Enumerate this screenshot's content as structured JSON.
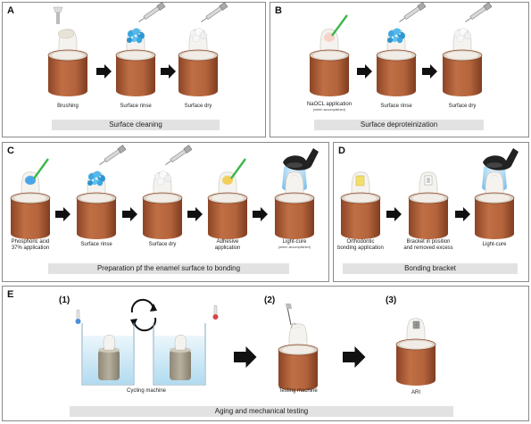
{
  "panels": {
    "A": {
      "letter": "A",
      "caption": "Surface cleaning",
      "steps": [
        "Brushing",
        "Surface rinse",
        "Surface dry"
      ]
    },
    "B": {
      "letter": "B",
      "caption": "Surface deproteinization",
      "steps": [
        "NaOCL application",
        "Surface rinse",
        "Surface dry"
      ],
      "note": "(when accomplished)"
    },
    "C": {
      "letter": "C",
      "caption": "Preparation pf the enamel surface to bonding",
      "steps": [
        "Phosphoric acid 37% application",
        "Surface rinse",
        "Surface dry",
        "Adhesive application",
        "Light-cure"
      ],
      "note": "(when accomplished)"
    },
    "D": {
      "letter": "D",
      "caption": "Bonding bracket",
      "steps": [
        "Orthodontic bonding application",
        "Bracket in position and removed excess",
        "Light-cure"
      ]
    },
    "E": {
      "letter": "E",
      "caption": "Aging and mechanical testing",
      "tags": [
        "(1)",
        "(2)",
        "(3)"
      ],
      "steps": [
        "Cycling machine",
        "Testing machine",
        "ARI"
      ]
    }
  },
  "colors": {
    "cylinder": "#b4643c",
    "cylinder_dark": "#8c4526",
    "tooth": "#f3f1ec",
    "foam": "#3ca7e0",
    "green_brush": "#3cb84a",
    "adhesive": "#f2cf5a",
    "light": "#9fd0f0",
    "water": "#bfe3f3",
    "caption_bg": "#e2e2e2"
  }
}
